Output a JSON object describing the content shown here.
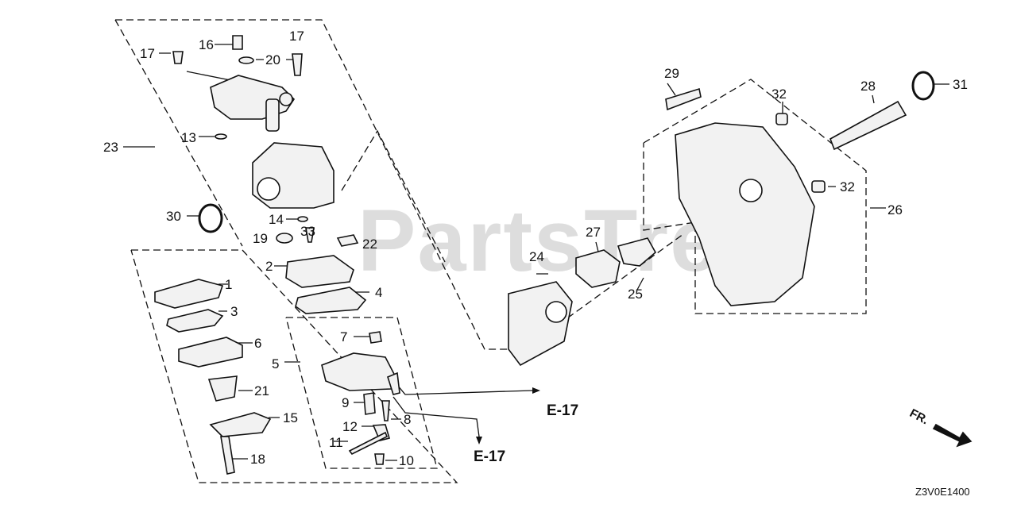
{
  "watermark": "PartsTree",
  "diagram_code": "Z3V0E1400",
  "front_marker": "FR.",
  "references": [
    "E-17",
    "E-17"
  ],
  "callouts": [
    "1",
    "2",
    "3",
    "4",
    "5",
    "6",
    "7",
    "8",
    "9",
    "10",
    "11",
    "12",
    "13",
    "14",
    "15",
    "16",
    "17",
    "17",
    "18",
    "19",
    "20",
    "21",
    "22",
    "23",
    "24",
    "25",
    "26",
    "27",
    "28",
    "29",
    "30",
    "31",
    "32",
    "32",
    "33"
  ]
}
